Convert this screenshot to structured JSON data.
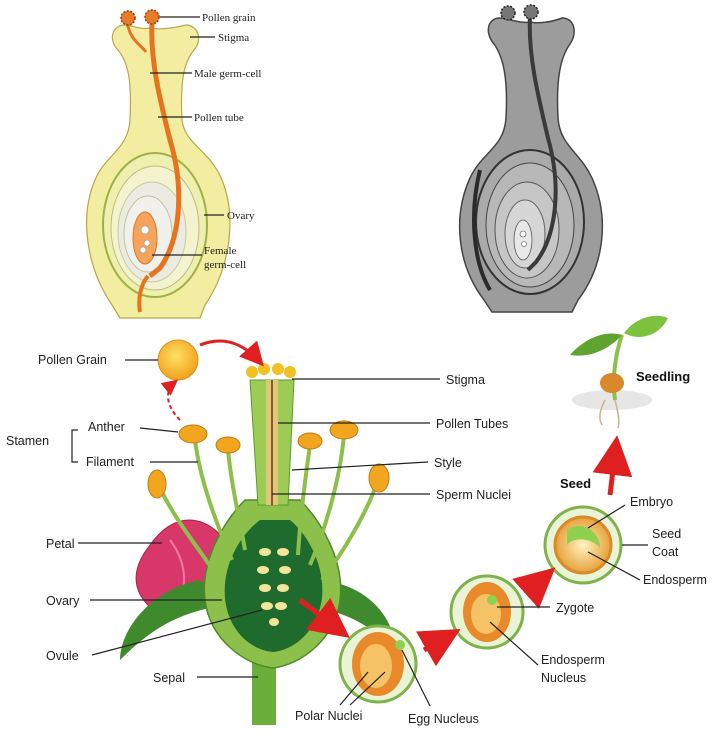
{
  "top_left_labels": {
    "pollen_grain": "Pollen grain",
    "stigma": "Stigma",
    "male_germ_cell": "Male germ-cell",
    "pollen_tube": "Pollen tube",
    "ovary": "Ovary",
    "female_line1": "Female",
    "female_line2": "germ-cell"
  },
  "bottom_labels": {
    "pollen_grain": "Pollen Grain",
    "stigma": "Stigma",
    "pollen_tubes": "Pollen Tubes",
    "stamen": "Stamen",
    "anther": "Anther",
    "filament": "Filament",
    "style": "Style",
    "sperm_nuclei": "Sperm Nuclei",
    "petal": "Petal",
    "ovary": "Ovary",
    "ovule": "Ovule",
    "sepal": "Sepal",
    "polar_nuclei": "Polar Nuclei",
    "egg_nucleus": "Egg Nucleus",
    "zygote": "Zygote",
    "endosperm_nucleus_1": "Endosperm",
    "endosperm_nucleus_2": "Nucleus",
    "seed": "Seed",
    "embryo": "Embryo",
    "seed_coat_1": "Seed",
    "seed_coat_2": "Coat",
    "endosperm": "Endosperm",
    "seedling": "Seedling"
  },
  "colors": {
    "pistil_yellow": "#f2eda0",
    "pollen_tube_orange": "#e8731f",
    "grey_fill": "#9a9a9a",
    "ovary_green": "#1f6b2e",
    "stem_green": "#6cae3a",
    "arrow_red": "#e02020",
    "petal_pink": "#d8376a",
    "anther_orange": "#f2a51e"
  }
}
